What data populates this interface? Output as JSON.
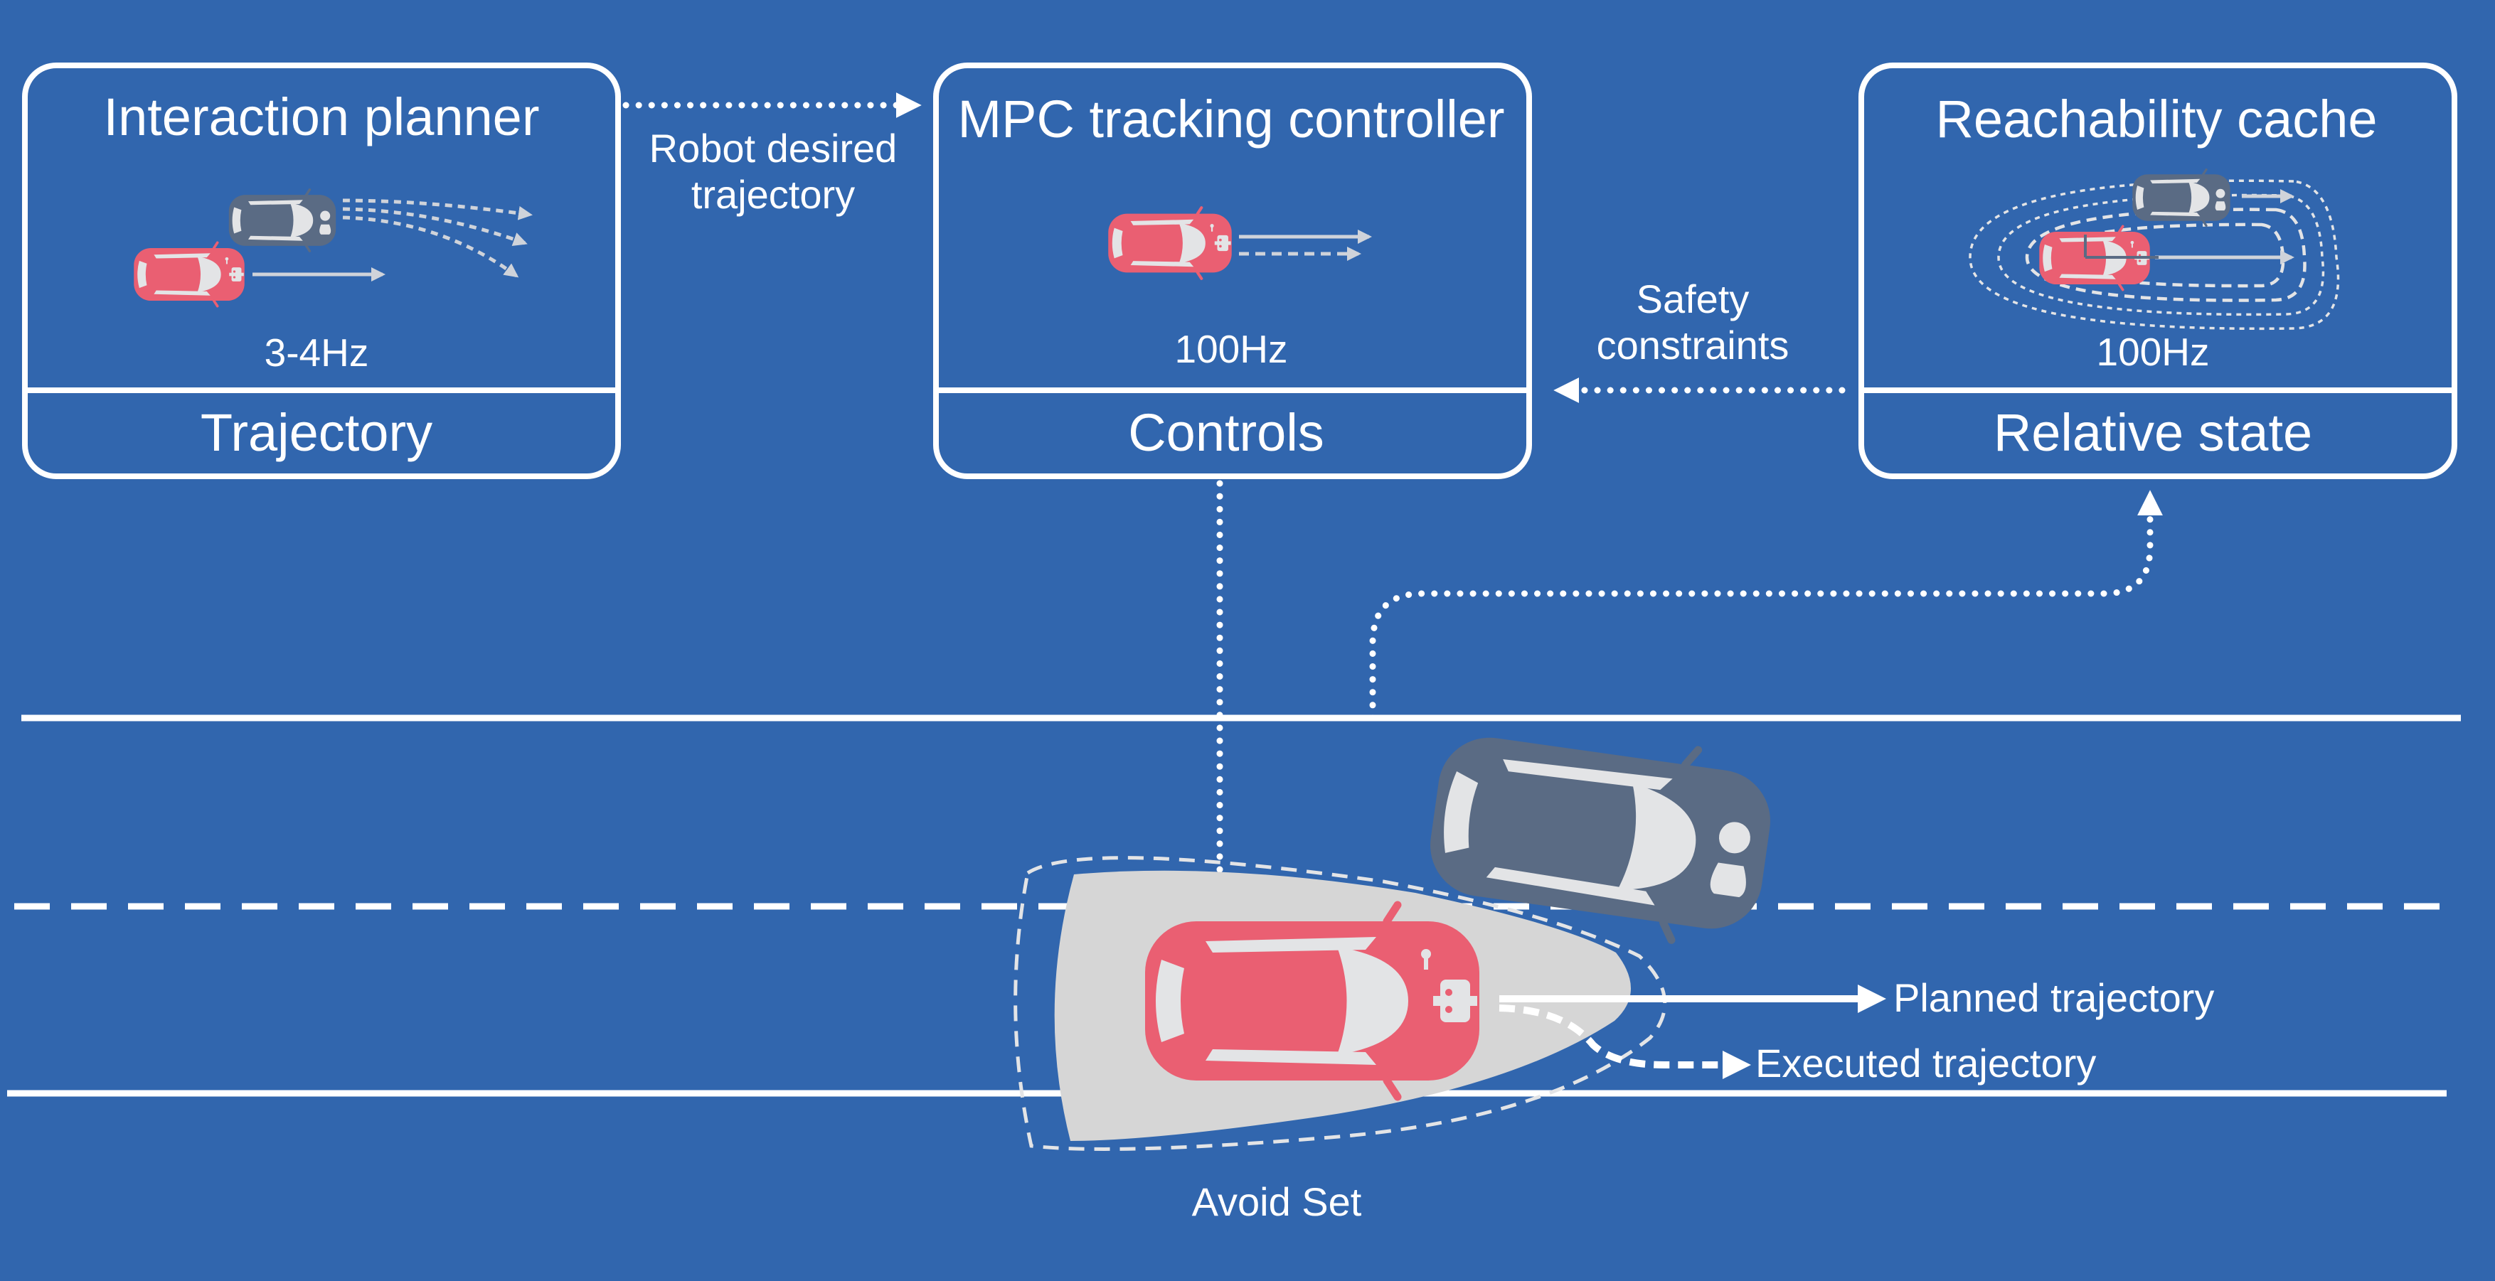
{
  "colors": {
    "background": "#3166ae",
    "ego_car": "#ea5f72",
    "other_car": "#5a6b84",
    "car_window": "#e3e4e6",
    "avoid_set_fill": "#d6d6d6",
    "line": "#ffffff",
    "mini_arrow": "#cfd3da"
  },
  "boxes": {
    "planner": {
      "title": "Interaction planner",
      "rate": "3-4Hz",
      "footer": "Trajectory"
    },
    "mpc": {
      "title": "MPC tracking controller",
      "rate": "100Hz",
      "footer": "Controls"
    },
    "cache": {
      "title": "Reachability cache",
      "rate": "100Hz",
      "footer": "Relative state"
    }
  },
  "arrows": {
    "desired": [
      "Robot desired",
      "trajectory"
    ],
    "safety": [
      "Safety",
      "constraints"
    ]
  },
  "scene": {
    "planned_label": "Planned trajectory",
    "executed_label": "Executed trajectory",
    "avoid_set_label": "Avoid Set"
  },
  "icons": [
    "car-icon",
    "robot-driver-icon",
    "human-driver-icon"
  ]
}
